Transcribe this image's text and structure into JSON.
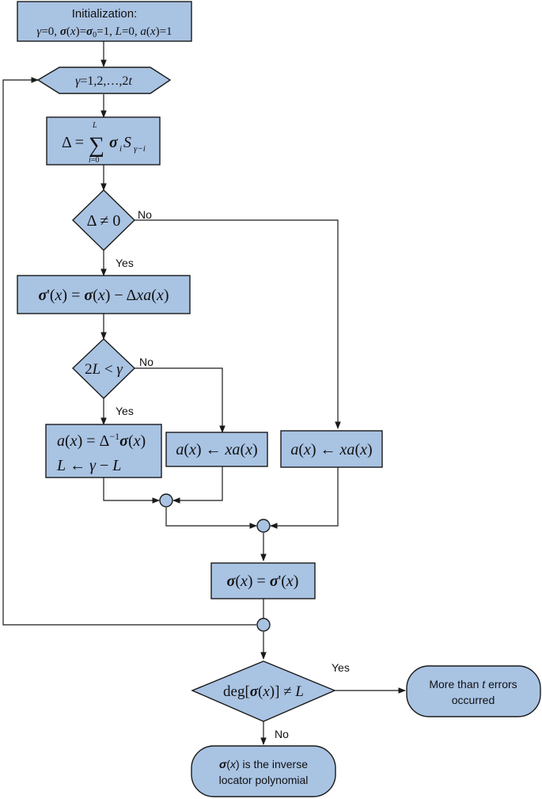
{
  "init": {
    "title": "Initialization:",
    "line2": "γ=0, σ(x)=σ0=1,  L=0, a(x)=1"
  },
  "loop": {
    "label": "γ=1,2,…,2t"
  },
  "delta": {
    "label": "Δ = Σ i=0..L σi Sγ−i"
  },
  "check_delta": {
    "label": "Δ ≠ 0",
    "yes": "Yes",
    "no": "No"
  },
  "sigma_update": {
    "label": "σ'(x) = σ(x) − Δxa(x)"
  },
  "check_L": {
    "label": "2L < γ",
    "yes": "Yes",
    "no": "No"
  },
  "update_a_L": {
    "line1": "a(x) = Δ⁻¹σ(x)",
    "line2": "L ← γ − L"
  },
  "shift_a_1": {
    "label": "a(x) ← xa(x)"
  },
  "shift_a_2": {
    "label": "a(x) ← xa(x)"
  },
  "sigma_assign": {
    "label": "σ(x) = σ'(x)"
  },
  "check_deg": {
    "label": "deg[σ(x)] ≠ L",
    "yes": "Yes",
    "no": "No"
  },
  "end_fail": {
    "line1": "More than t errors",
    "line2": "occurred"
  },
  "end_ok": {
    "line1": "σ(x) is the inverse",
    "line2": "locator polynomial"
  }
}
